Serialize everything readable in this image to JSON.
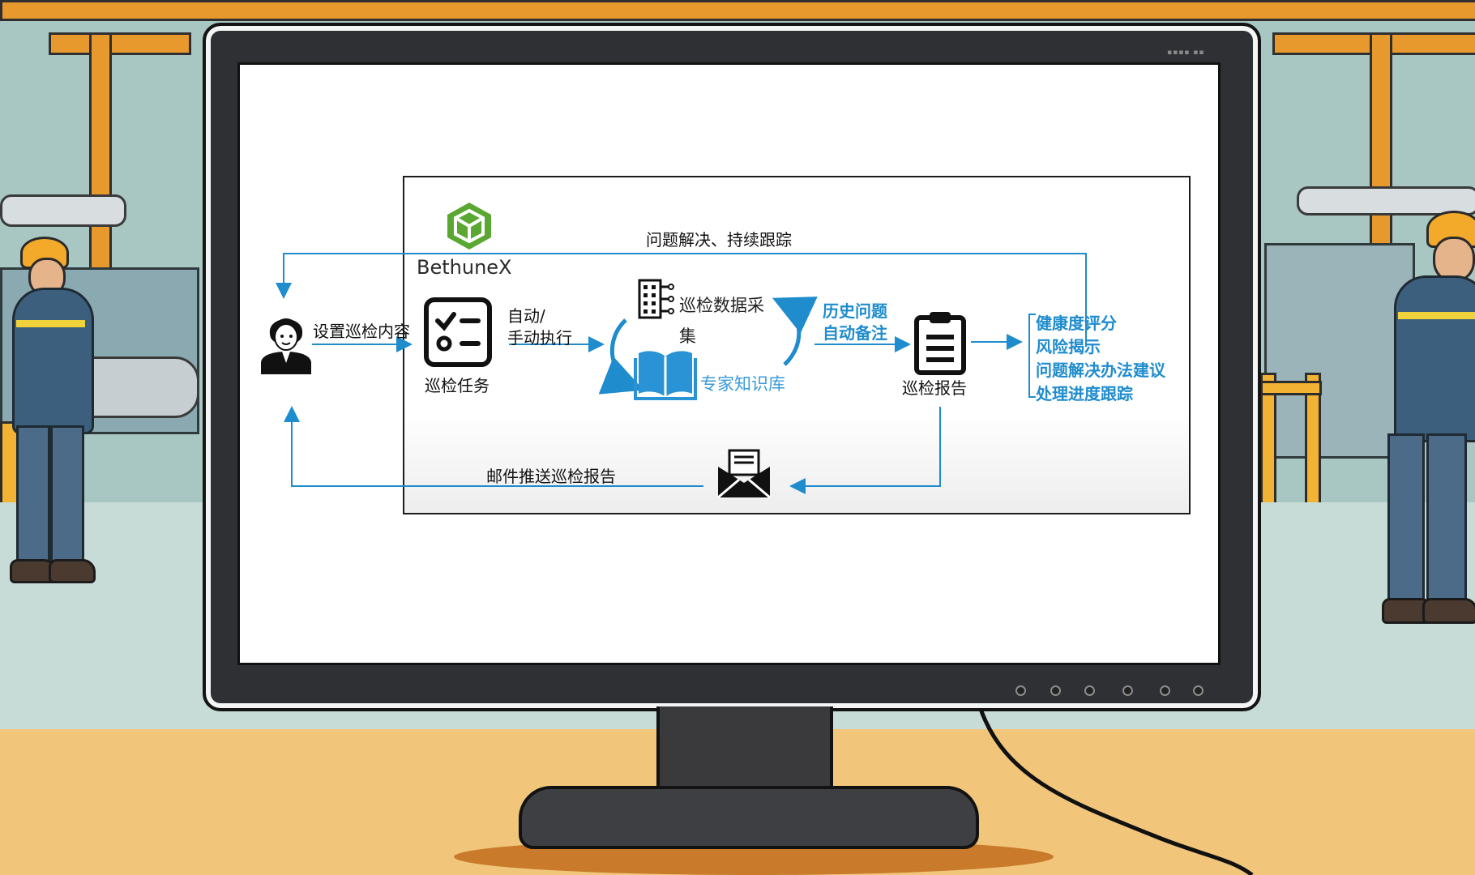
{
  "diagram": {
    "logo_text": "BethuneX",
    "top_feedback_label": "问题解决、持续跟踪",
    "user_label": "设置巡检内容",
    "task_label": "巡检任务",
    "execution_label": "自动/\n手动执行",
    "collection_label": "巡检数据采\n集",
    "knowledge_label": "专家知识库",
    "history_label": "历史问题\n自动备注",
    "report_label": "巡检报告",
    "outputs": [
      "健康度评分",
      "风险揭示",
      "问题解决办法建议",
      "处理进度跟踪"
    ],
    "email_label": "邮件推送巡检报告"
  },
  "icons": {
    "user": "user-icon",
    "task": "checklist-icon",
    "collection": "data-collection-icon",
    "knowledge": "book-icon",
    "report": "clipboard-report-icon",
    "email": "envelope-icon",
    "logo": "bethunex-cube-logo"
  },
  "colors": {
    "flow_blue": "#1f8ccd",
    "logo_green": "#5aa832",
    "text_black": "#111111"
  }
}
